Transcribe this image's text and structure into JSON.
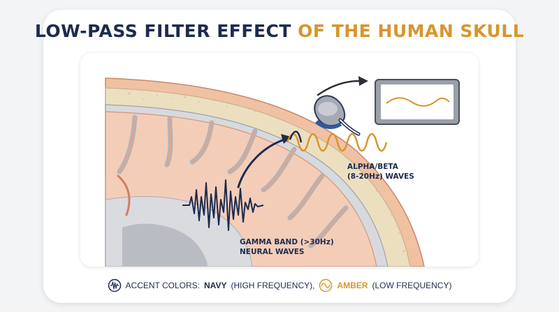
{
  "title": {
    "part1": "LOW-PASS FILTER EFFECT",
    "part2": "OF THE HUMAN SKULL"
  },
  "labels": {
    "alpha_line1": "ALPHA/BETA",
    "alpha_line2": "(8-20Hz) WAVES",
    "gamma_line1": "GAMMA BAND (>30Hz)",
    "gamma_line2": "NEURAL WAVES"
  },
  "legend": {
    "prefix": "ACCENT COLORS:",
    "navy_word": "NAVY",
    "navy_desc": "(HIGH FREQUENCY),",
    "amber_word": "AMBER",
    "amber_desc": "(LOW FREQUENCY)"
  },
  "colors": {
    "navy": "#1d2b4f",
    "amber": "#d8952e",
    "scalp": "#f1c1a3",
    "skull": "#ecdfc0",
    "brain": "#f3cdb8"
  },
  "icons": [
    "high-frequency-wave-icon",
    "low-frequency-wave-icon",
    "eeg-electrode-icon",
    "monitor-icon",
    "arrow-icon"
  ]
}
